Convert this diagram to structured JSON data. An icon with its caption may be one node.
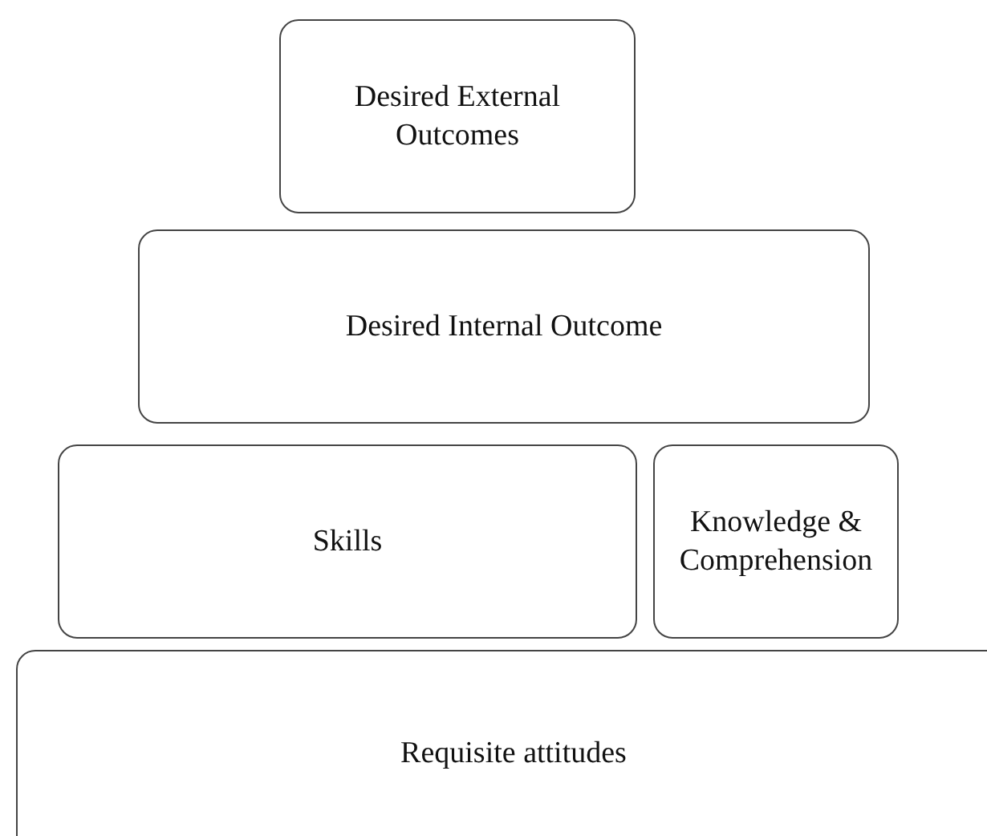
{
  "diagram": {
    "nodes": [
      {
        "text": [
          "Desired External Outcomes"
        ]
      },
      {
        "text": [
          "Desired Internal Outcome"
        ]
      },
      {
        "text": [
          "Skills"
        ]
      },
      {
        "text": [
          "Knowledge & Comprehension"
        ]
      },
      {
        "text": [
          "Requisite attitudes"
        ]
      }
    ]
  }
}
